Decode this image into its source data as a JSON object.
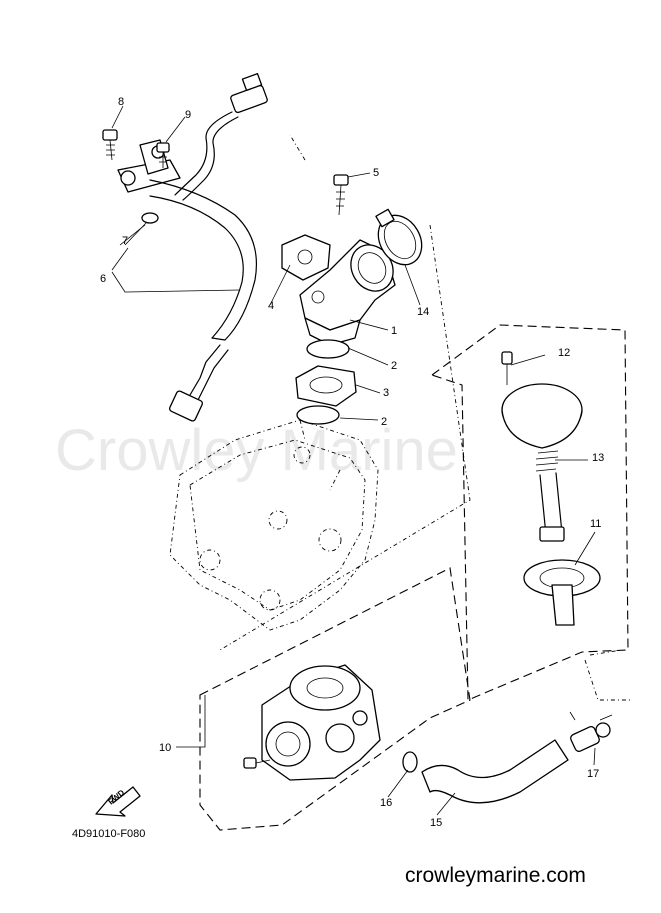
{
  "watermark": "Crowley Marine",
  "diagram_code": "4D91010-F080",
  "website": "crowleymarine.com",
  "fwd_label": "FWD",
  "callouts": [
    "1",
    "2",
    "2",
    "3",
    "4",
    "5",
    "6",
    "7",
    "8",
    "9",
    "10",
    "11",
    "12",
    "13",
    "14",
    "15",
    "16",
    "17"
  ]
}
